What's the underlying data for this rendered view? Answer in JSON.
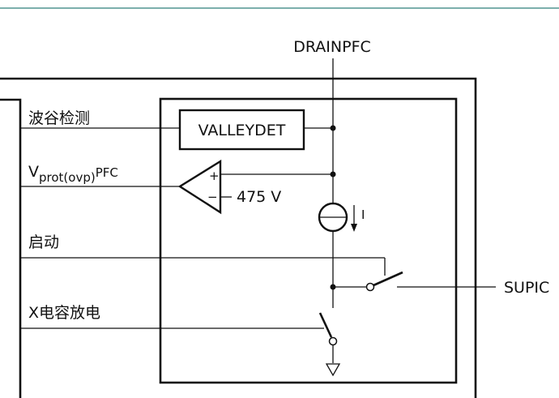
{
  "colors": {
    "line": "#111111",
    "top_rule": "#2f7f7a",
    "background": "#ffffff"
  },
  "labels": {
    "drain_pin": "DRAINPFC",
    "valleydet_block": "VALLEYDET",
    "valley_detect_signal": "波谷检测",
    "vprot_prefix": "V",
    "vprot_subscript": "prot(ovp)",
    "vprot_suffix": "PFC",
    "comparator_plus": "+",
    "comparator_minus": "−",
    "reference_voltage": "475 V",
    "current_source": "I",
    "startup_signal": "启动",
    "supic_pin": "SUPIC",
    "x_cap_discharge_signal": "X电容放电"
  },
  "icons": {
    "comparator": "comparator-triangle-icon",
    "current_source": "current-source-icon",
    "current_arrow": "arrow-down-icon",
    "switch_startup": "switch-icon",
    "switch_discharge": "switch-icon",
    "ground": "ground-icon"
  }
}
